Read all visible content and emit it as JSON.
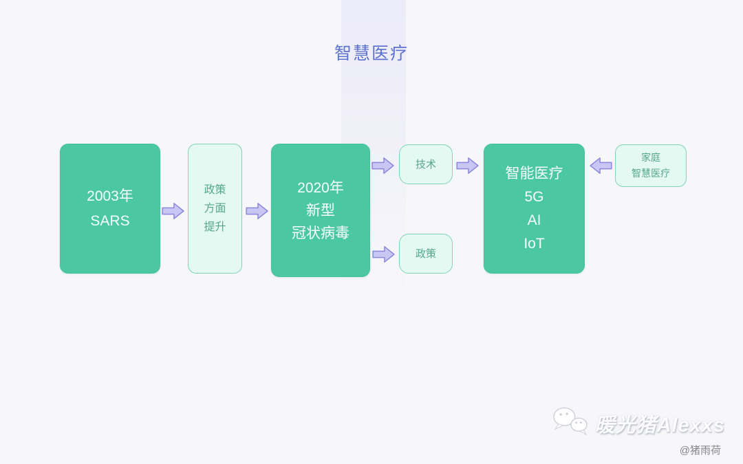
{
  "page": {
    "title": "智慧医疗",
    "background_color": "#f7f7fa",
    "title_color": "#5b73cf"
  },
  "diagram": {
    "nodes": {
      "sars": {
        "lines": [
          "2003年",
          "SARS"
        ],
        "style": "solid-green"
      },
      "policy_boost": {
        "lines": [
          "政策",
          "方面",
          "提升"
        ],
        "style": "outline-mint"
      },
      "covid": {
        "lines": [
          "2020年",
          "新型",
          "冠状病毒"
        ],
        "style": "solid-green"
      },
      "tech": {
        "label": "技术",
        "style": "outline-mint"
      },
      "policy": {
        "label": "政策",
        "style": "outline-mint"
      },
      "smart_medical": {
        "lines": [
          "智能医疗",
          "5G",
          "AI",
          "IoT"
        ],
        "style": "solid-green"
      },
      "home_smart": {
        "lines": [
          "家庭",
          "智慧医疗"
        ],
        "style": "outline-mint"
      }
    },
    "edges": [
      {
        "from": "sars",
        "to": "policy_boost",
        "direction": "right"
      },
      {
        "from": "policy_boost",
        "to": "covid",
        "direction": "right"
      },
      {
        "from": "covid",
        "to": "tech",
        "direction": "right"
      },
      {
        "from": "tech",
        "to": "smart_medical",
        "direction": "right"
      },
      {
        "from": "covid",
        "to": "policy",
        "direction": "right"
      },
      {
        "from": "home_smart",
        "to": "smart_medical",
        "direction": "left"
      }
    ],
    "colors": {
      "solid_node_fill": "#4cc8a1",
      "solid_node_text": "#ffffff",
      "outline_node_fill": "#e4f9f1",
      "outline_node_border": "#7fd4b8",
      "outline_node_text": "#55a78c",
      "arrow_fill": "#c9c6f3",
      "arrow_stroke": "#8a86de"
    }
  },
  "watermark": {
    "author": "暖光猪Alexxs",
    "handle": "@猪雨荷",
    "icon": "wechat-chat-bubbles-icon"
  }
}
